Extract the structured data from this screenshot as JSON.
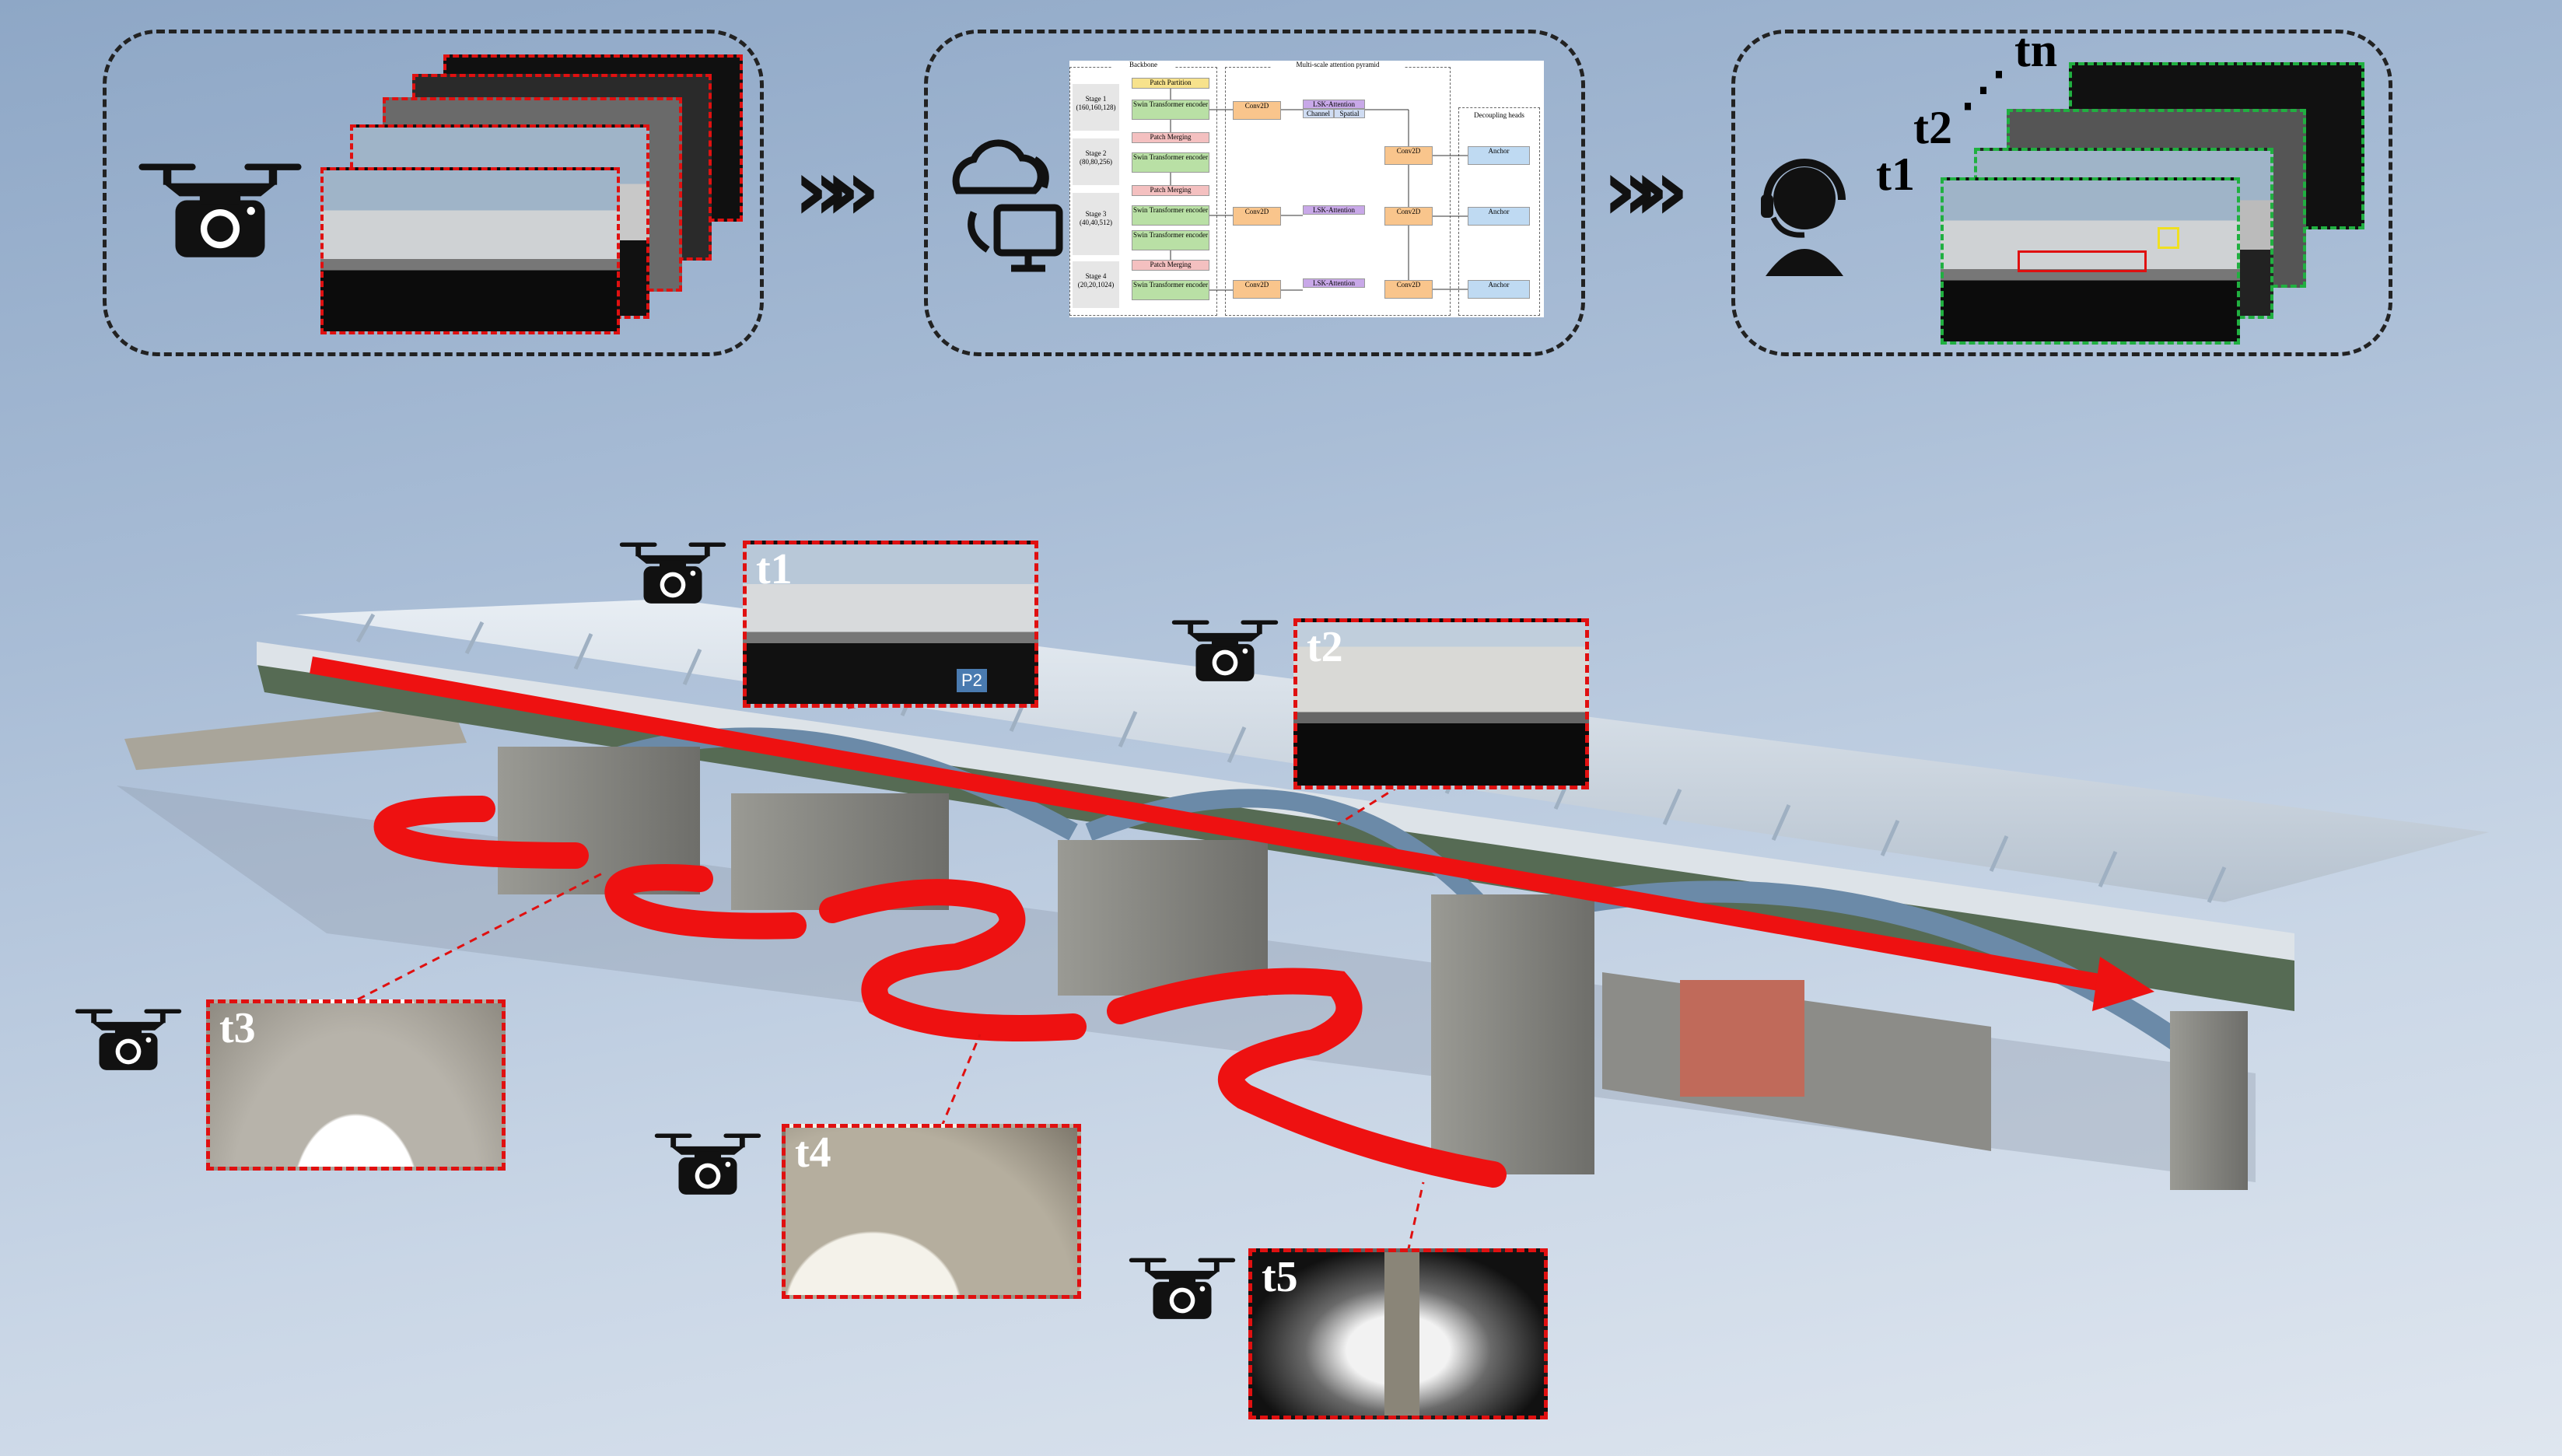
{
  "top_labels": {
    "t1": "t1",
    "t2": "t2",
    "tn": "tn",
    "dots": "⋰"
  },
  "network": {
    "backbone_title": "Backbone",
    "pyramid_title": "Multi-scale attention pyramid",
    "heads_title": "Decoupling heads",
    "stages": [
      "Stage 1 (160,160,128)",
      "Stage 2 (80,80,256)",
      "Stage 3 (40,40,512)",
      "Stage 4 (20,20,1024)"
    ],
    "patch_partition": "Patch Partition",
    "patch_merging": "Patch Merging",
    "swin": "Swin Transformer encoder",
    "conv": "Conv2D",
    "lsk": "LSK-Attention",
    "channel": "Channel",
    "spatial": "Spatial",
    "anchor": "Anchor"
  },
  "photo_labels": [
    "t1",
    "t2",
    "t3",
    "t4",
    "t5"
  ],
  "photo_badge": "P2",
  "colors": {
    "dashed_red": "#e01010",
    "dashed_green": "#20b040",
    "path_red": "#ee1111"
  },
  "icons": [
    "drone-camera-icon",
    "cloud-sync-computer-icon",
    "operator-headset-icon",
    "triple-chevron-icon"
  ]
}
